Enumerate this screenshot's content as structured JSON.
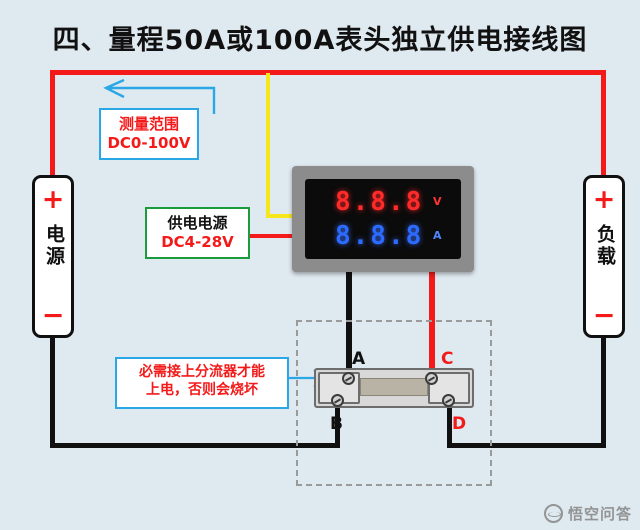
{
  "title": "四、量程50A或100A表头独立供电接线图",
  "callouts": {
    "range": {
      "line1": "测量范围",
      "line2": "DC0-100V",
      "border_color": "#2aa7e5"
    },
    "supply": {
      "line1": "供电电源",
      "line2": "DC4-28V",
      "border_color": "#1a9b3c"
    },
    "warning": {
      "line1": "必需接上分流器才能",
      "line2": "上电，否则会烧坏",
      "border_color": "#2aa7e5"
    }
  },
  "left_terminal": {
    "plus": "+",
    "minus": "−",
    "label": "电源"
  },
  "right_terminal": {
    "plus": "+",
    "minus": "−",
    "label": "负载"
  },
  "meter": {
    "voltage_display": "8.8.8",
    "voltage_unit": "V",
    "current_display": "8.8.8",
    "current_unit": "A",
    "voltage_color": "#ff2a2a",
    "current_color": "#2b6bff"
  },
  "shunt": {
    "node_a": "A",
    "node_b": "B",
    "node_c": "C",
    "node_d": "D"
  },
  "wire_colors": {
    "red": "#f41a1a",
    "black": "#101010",
    "yellow": "#f6e71c"
  },
  "watermark": {
    "text": "悟空问答"
  }
}
